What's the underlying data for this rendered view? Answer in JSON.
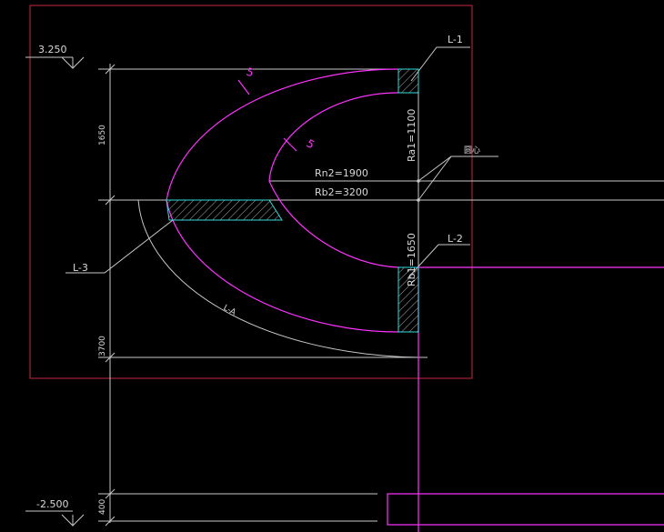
{
  "colors": {
    "background": "#000000",
    "frame": "#c8283c",
    "curve": "#ff33ff",
    "hatch": "#33dddd",
    "dim": "#c8c8c8"
  },
  "elevations": {
    "top": "3.250",
    "bottom": "-2.500"
  },
  "dimensions": {
    "d_1650": "1650",
    "d_3700": "3700",
    "d_400": "400"
  },
  "labels": {
    "l1": "L-1",
    "l2": "L-2",
    "l3": "L-3",
    "l4": "L-A",
    "center": "圆心",
    "rn2": "Rn2=1900",
    "rb2": "Rb2=3200",
    "ra1": "Ra1=1100",
    "rb1": "Rb1=1650",
    "tag_outer": "5",
    "tag_inner": "5"
  },
  "icons": {
    "elevation_marker": "triangle-elevation-icon"
  }
}
